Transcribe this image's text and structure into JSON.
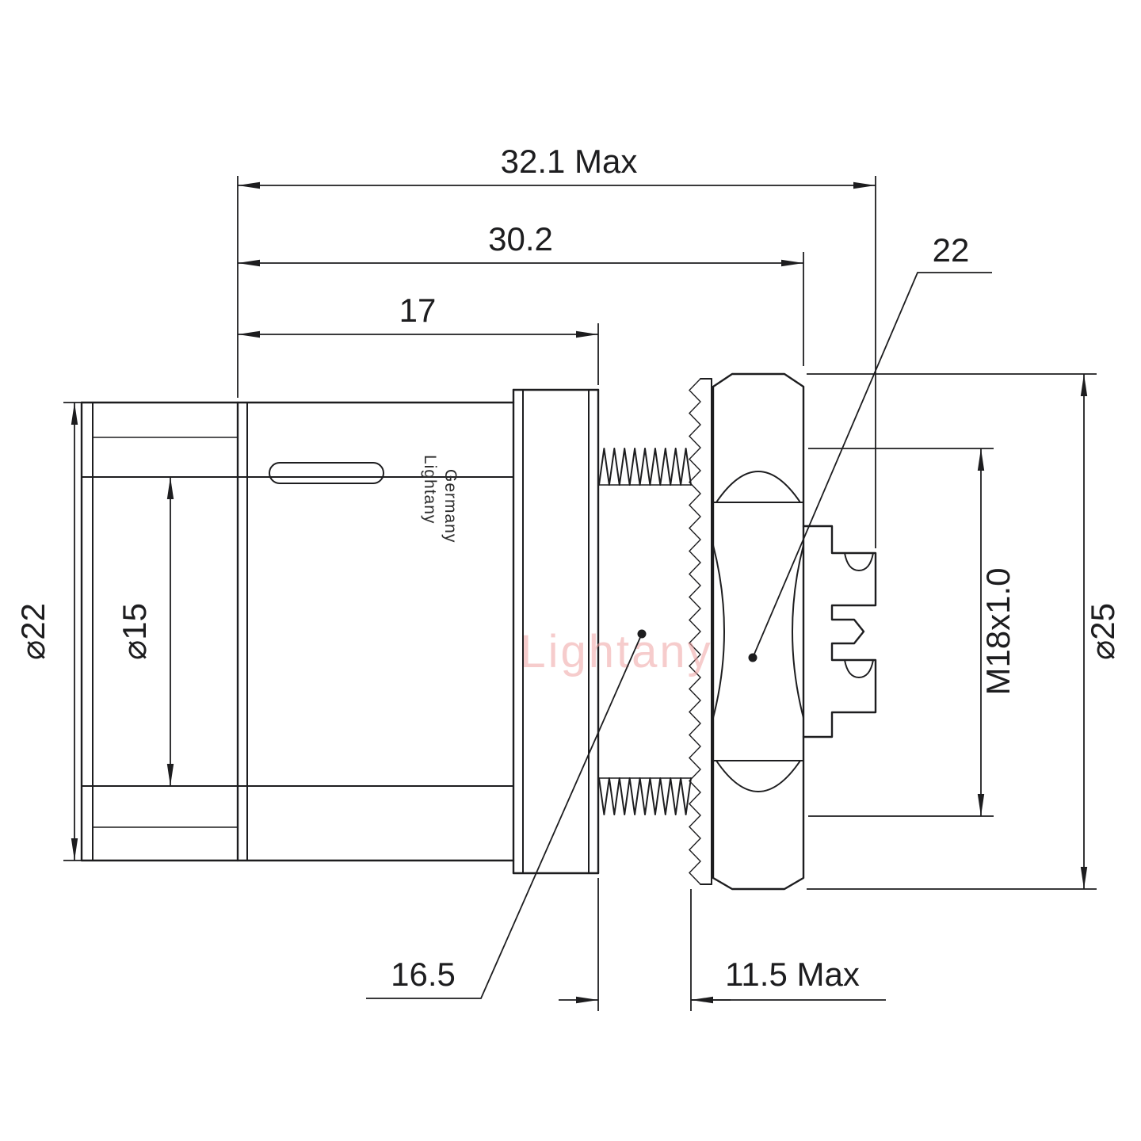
{
  "drawing": {
    "watermark": "Lightany",
    "body_marking": {
      "line1": "Lightany",
      "line2": "Germany"
    },
    "colors": {
      "line": "#1d1d1f",
      "watermark": "#f0a3a3",
      "background": "#ffffff"
    },
    "dimensions": {
      "overall_length": "32.1 Max",
      "length_to_panel_nut": "30.2",
      "front_shell_length": "17",
      "nut_across_flats": "22",
      "shell_diameter": "⌀22",
      "bore_diameter": "⌀15",
      "nut_outer_diameter": "⌀25",
      "mount_thread": "M18x1.0",
      "thread_section_length": "16.5",
      "max_panel_thickness": "11.5 Max"
    }
  }
}
